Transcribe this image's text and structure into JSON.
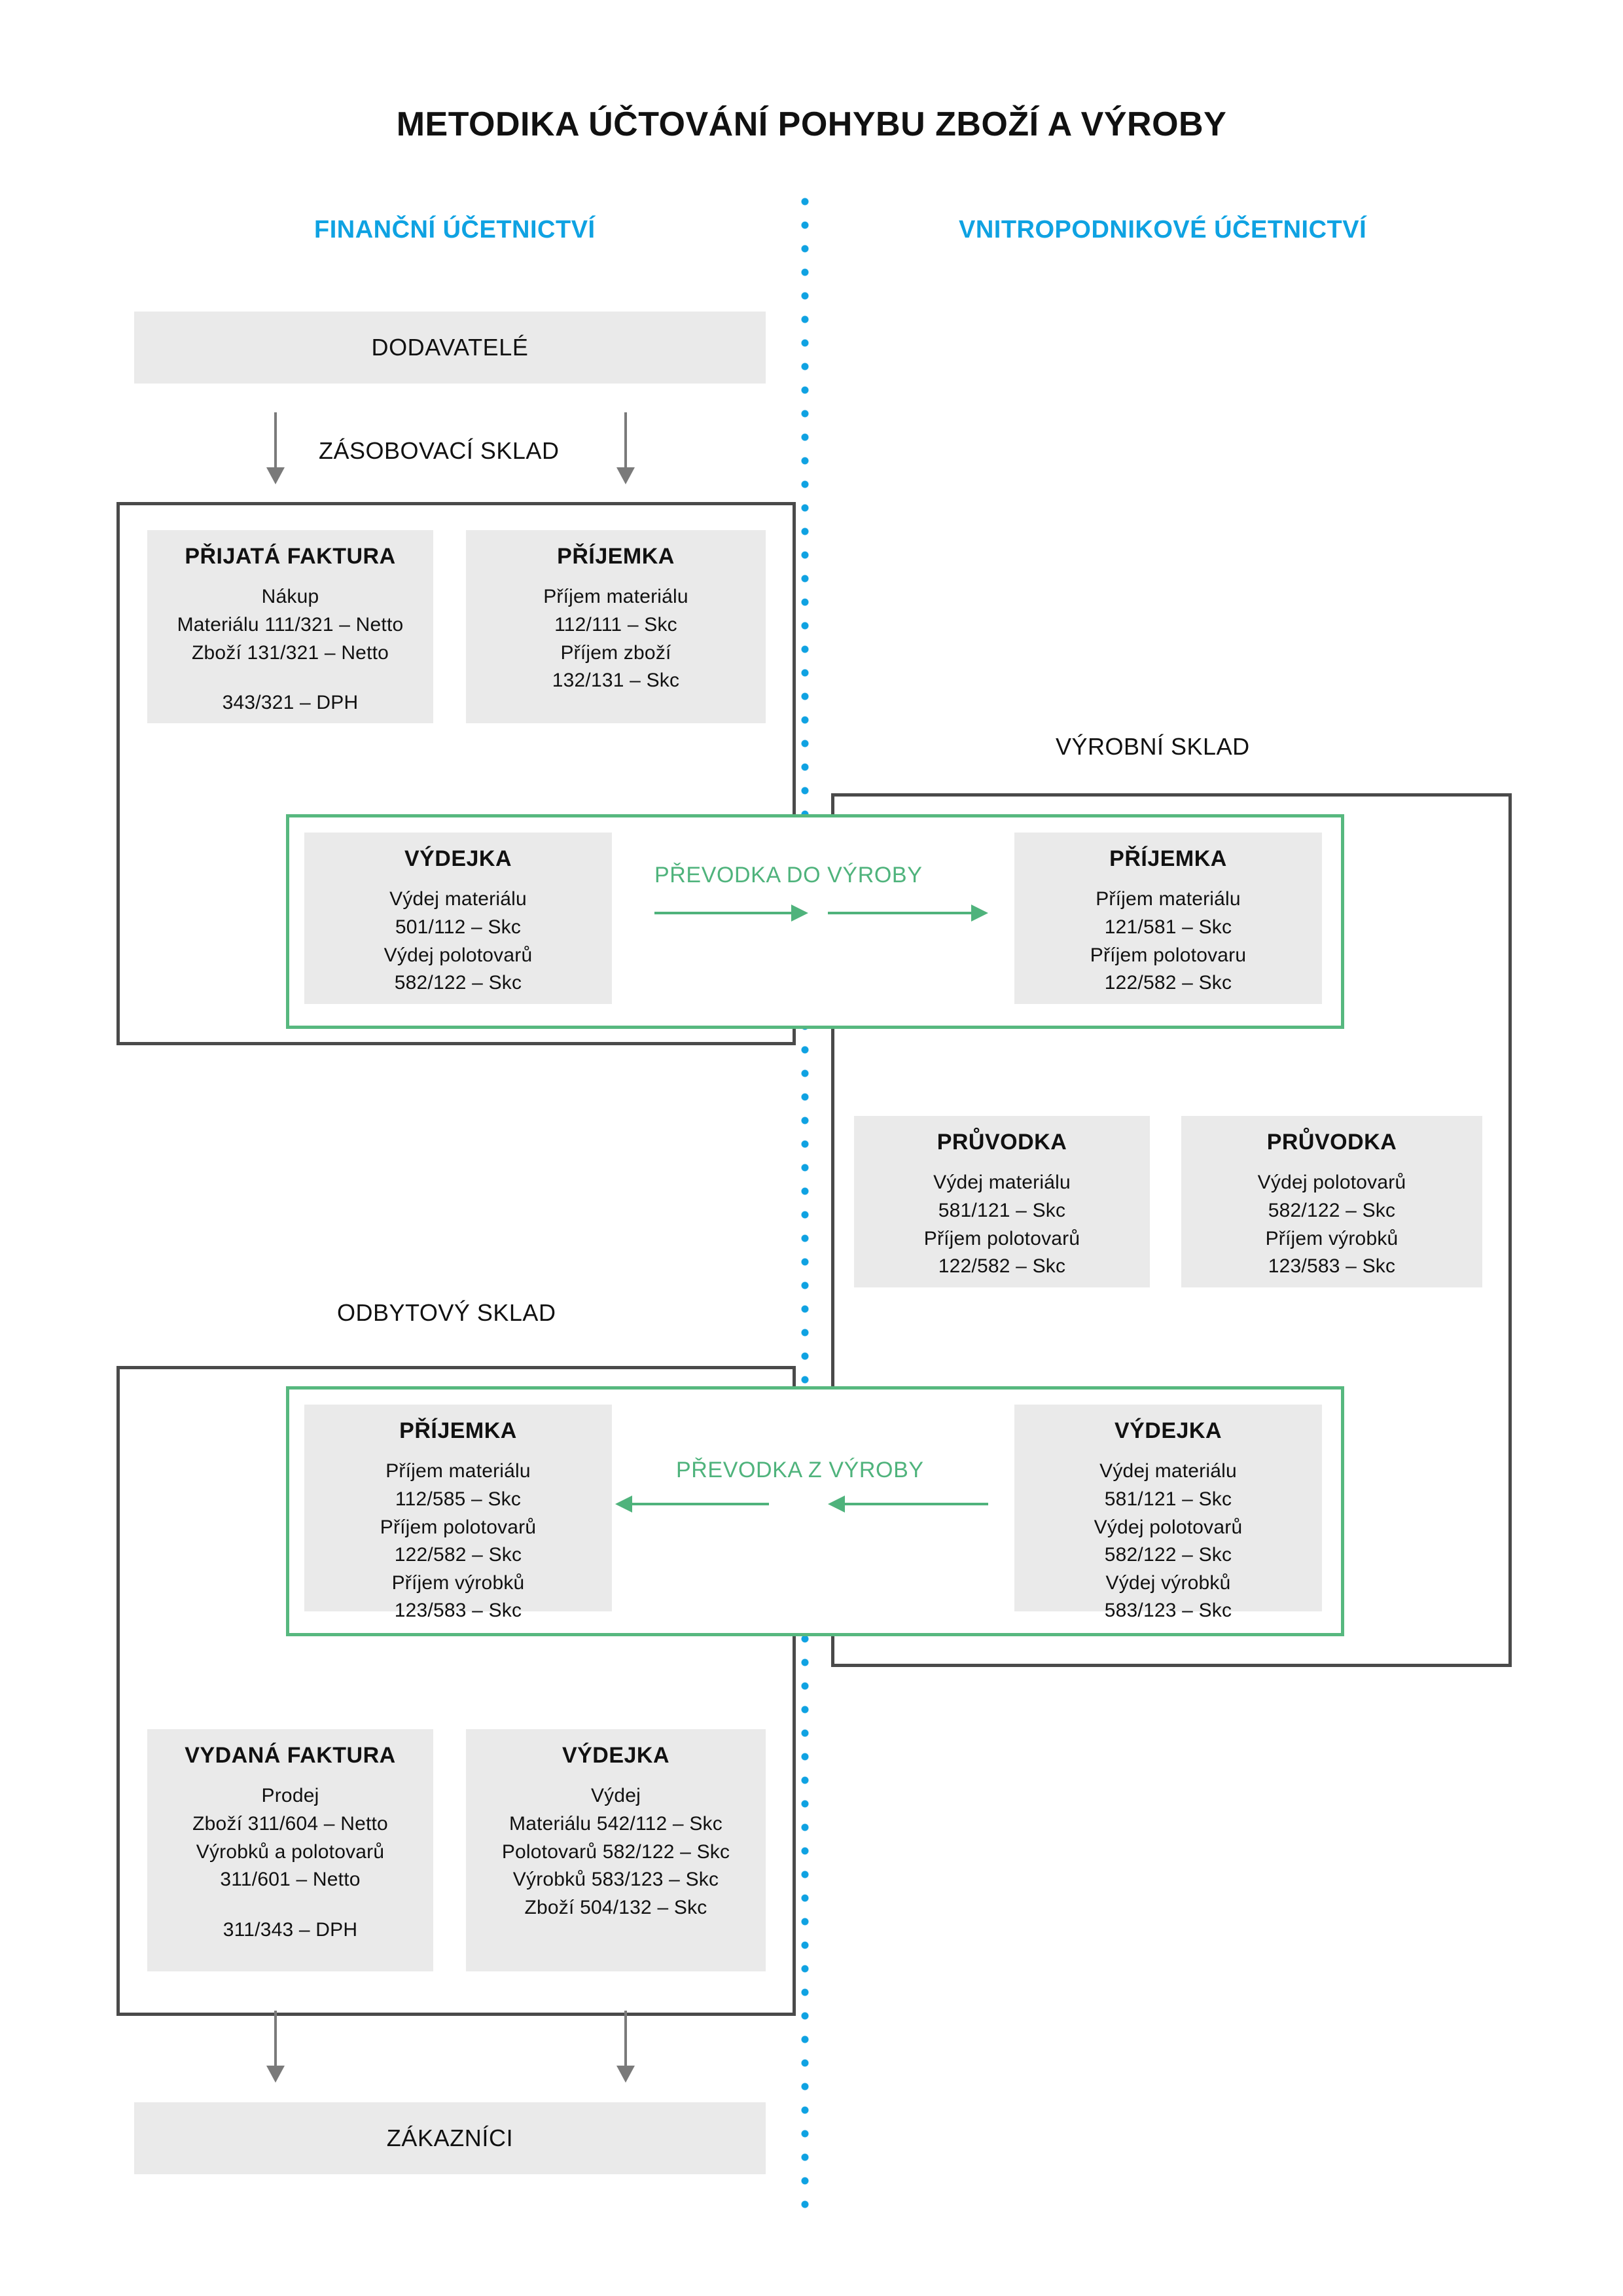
{
  "title": "METODIKA ÚČTOVÁNÍ POHYBU ZBOŽÍ A VÝROBY",
  "colors": {
    "accent_blue": "#0FA2E2",
    "accent_green": "#4FB37C",
    "frame_dark": "#4A4A4A",
    "card_fill": "#EAEAEA",
    "arrow_grey": "#7A7A7A",
    "text": "#111111"
  },
  "columns": {
    "financial": "FINANČNÍ ÚČETNICTVÍ",
    "internal": "VNITROPODNIKOVÉ ÚČETNICTVÍ"
  },
  "endpoints": {
    "suppliers": "DODAVATELÉ",
    "customers": "ZÁKAZNÍCI"
  },
  "captions": {
    "supply_warehouse": "ZÁSOBOVACÍ SKLAD",
    "production_warehouse": "VÝROBNÍ SKLAD",
    "sales_warehouse": "ODBYTOVÝ SKLAD"
  },
  "transfers": {
    "to_production": "PŘEVODKA  DO VÝROBY",
    "from_production": "PŘEVODKA  Z VÝROBY"
  },
  "cards": {
    "prijata_faktura": {
      "title": "PŘIJATÁ FAKTURA",
      "lines": [
        "Nákup",
        "Materiálu 111/321 – Netto",
        "Zboží 131/321 – Netto"
      ],
      "footer": "343/321 – DPH"
    },
    "prijemka_zasobovaci": {
      "title": "PŘÍJEMKA",
      "lines": [
        "Příjem materiálu",
        "112/111 – Skc",
        "Příjem zboží",
        "132/131 – Skc"
      ]
    },
    "vydejka_do_vyroby": {
      "title": "VÝDEJKA",
      "lines": [
        "Výdej materiálu",
        "501/112 – Skc",
        "Výdej polotovarů",
        "582/122 – Skc"
      ]
    },
    "prijemka_do_vyroby": {
      "title": "PŘÍJEMKA",
      "lines": [
        "Příjem materiálu",
        "121/581 – Skc",
        "Příjem polotovaru",
        "122/582 – Skc"
      ]
    },
    "pruvodka_material": {
      "title": "PRŮVODKA",
      "lines": [
        "Výdej materiálu",
        "581/121 – Skc",
        "Příjem polotovarů",
        "122/582 – Skc"
      ]
    },
    "pruvodka_polotovary": {
      "title": "PRŮVODKA",
      "lines": [
        "Výdej polotovarů",
        "582/122 – Skc",
        "Příjem výrobků",
        "123/583 – Skc"
      ]
    },
    "prijemka_z_vyroby": {
      "title": "PŘÍJEMKA",
      "lines": [
        "Příjem materiálu",
        "112/585 – Skc",
        "Příjem polotovarů",
        "122/582 – Skc",
        "Příjem výrobků",
        "123/583 – Skc"
      ]
    },
    "vydejka_z_vyroby": {
      "title": "VÝDEJKA",
      "lines": [
        "Výdej materiálu",
        "581/121 – Skc",
        "Výdej polotovarů",
        "582/122 – Skc",
        "Výdej výrobků",
        "583/123 – Skc"
      ]
    },
    "vydana_faktura": {
      "title": "VYDANÁ FAKTURA",
      "lines": [
        "Prodej",
        "Zboží 311/604 – Netto",
        "Výrobků a polotovarů",
        "311/601 – Netto"
      ],
      "footer": "311/343 – DPH"
    },
    "vydejka_odbytovy": {
      "title": "VÝDEJKA",
      "lines": [
        "Výdej",
        "Materiálu 542/112 – Skc",
        "Polotovarů 582/122 – Skc",
        "Výrobků 583/123 – Skc",
        "Zboží 504/132 – Skc"
      ]
    }
  }
}
